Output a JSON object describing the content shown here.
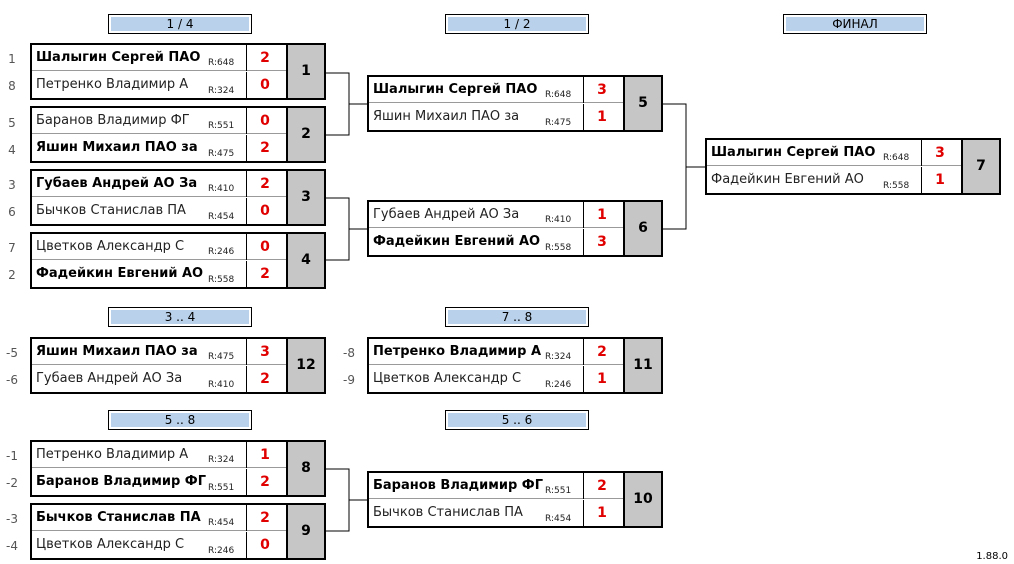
{
  "headers": {
    "qf": "1 / 4",
    "sf": "1 / 2",
    "final": "ФИНАЛ",
    "third": "3 .. 4",
    "seventh": "7 .. 8",
    "fifth_bracket": "5 .. 8",
    "fifth": "5 .. 6"
  },
  "matches": {
    "m1": {
      "num": "1",
      "top": {
        "seed": "1",
        "name": "Шалыгин Сергей ПАО",
        "rating": "R:648",
        "score": "2"
      },
      "bot": {
        "seed": "8",
        "name": "Петренко Владимир А",
        "rating": "R:324",
        "score": "0"
      }
    },
    "m2": {
      "num": "2",
      "top": {
        "seed": "5",
        "name": "Баранов Владимир ФГ",
        "rating": "R:551",
        "score": "0"
      },
      "bot": {
        "seed": "4",
        "name": "Яшин Михаил ПАО за",
        "rating": "R:475",
        "score": "2"
      }
    },
    "m3": {
      "num": "3",
      "top": {
        "seed": "3",
        "name": "Губаев Андрей АО За",
        "rating": "R:410",
        "score": "2"
      },
      "bot": {
        "seed": "6",
        "name": "Бычков Станислав ПА",
        "rating": "R:454",
        "score": "0"
      }
    },
    "m4": {
      "num": "4",
      "top": {
        "seed": "7",
        "name": "Цветков Александр С",
        "rating": "R:246",
        "score": "0"
      },
      "bot": {
        "seed": "2",
        "name": "Фадейкин Евгений АО",
        "rating": "R:558",
        "score": "2"
      }
    },
    "m5": {
      "num": "5",
      "top": {
        "name": "Шалыгин Сергей ПАО",
        "rating": "R:648",
        "score": "3"
      },
      "bot": {
        "name": "Яшин Михаил ПАО за",
        "rating": "R:475",
        "score": "1"
      }
    },
    "m6": {
      "num": "6",
      "top": {
        "name": "Губаев Андрей АО За",
        "rating": "R:410",
        "score": "1"
      },
      "bot": {
        "name": "Фадейкин Евгений АО",
        "rating": "R:558",
        "score": "3"
      }
    },
    "m7": {
      "num": "7",
      "top": {
        "name": "Шалыгин Сергей ПАО",
        "rating": "R:648",
        "score": "3"
      },
      "bot": {
        "name": "Фадейкин Евгений АО",
        "rating": "R:558",
        "score": "1"
      }
    },
    "m12": {
      "num": "12",
      "top": {
        "seed": "-5",
        "name": "Яшин Михаил ПАО за",
        "rating": "R:475",
        "score": "3"
      },
      "bot": {
        "seed": "-6",
        "name": "Губаев Андрей АО За",
        "rating": "R:410",
        "score": "2"
      }
    },
    "m11": {
      "num": "11",
      "top": {
        "seed": "-8",
        "name": "Петренко Владимир А",
        "rating": "R:324",
        "score": "2"
      },
      "bot": {
        "seed": "-9",
        "name": "Цветков Александр С",
        "rating": "R:246",
        "score": "1"
      }
    },
    "m8": {
      "num": "8",
      "top": {
        "seed": "-1",
        "name": "Петренко Владимир А",
        "rating": "R:324",
        "score": "1"
      },
      "bot": {
        "seed": "-2",
        "name": "Баранов Владимир ФГ",
        "rating": "R:551",
        "score": "2"
      }
    },
    "m9": {
      "num": "9",
      "top": {
        "seed": "-3",
        "name": "Бычков Станислав ПА",
        "rating": "R:454",
        "score": "2"
      },
      "bot": {
        "seed": "-4",
        "name": "Цветков Александр С",
        "rating": "R:246",
        "score": "0"
      }
    },
    "m10": {
      "num": "10",
      "top": {
        "name": "Баранов Владимир ФГ",
        "rating": "R:551",
        "score": "2"
      },
      "bot": {
        "name": "Бычков Станислав ПА",
        "rating": "R:454",
        "score": "1"
      }
    }
  },
  "version": "1.88.0"
}
